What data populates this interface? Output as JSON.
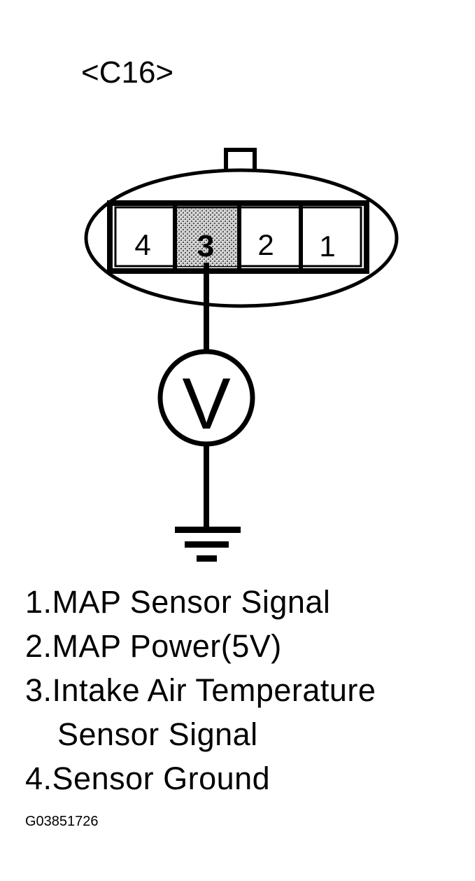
{
  "connector": {
    "label": "<C16>",
    "pins": [
      {
        "number": "4",
        "highlighted": false
      },
      {
        "number": "3",
        "highlighted": true
      },
      {
        "number": "2",
        "highlighted": false
      },
      {
        "number": "1",
        "highlighted": false
      }
    ]
  },
  "meter": {
    "symbol": "V",
    "type": "voltmeter-icon"
  },
  "ground": {
    "icon": "ground-symbol-icon"
  },
  "legend": {
    "item1": "1.MAP Sensor Signal",
    "item2": "2.MAP Power(5V)",
    "item3_line1": "3.Intake Air Temperature",
    "item3_line2": "Sensor Signal",
    "item4": "4.Sensor Ground"
  },
  "figure_id": "G03851726",
  "colors": {
    "ink": "#000000",
    "paper": "#ffffff",
    "highlight_fill": "#c8c8c8"
  }
}
